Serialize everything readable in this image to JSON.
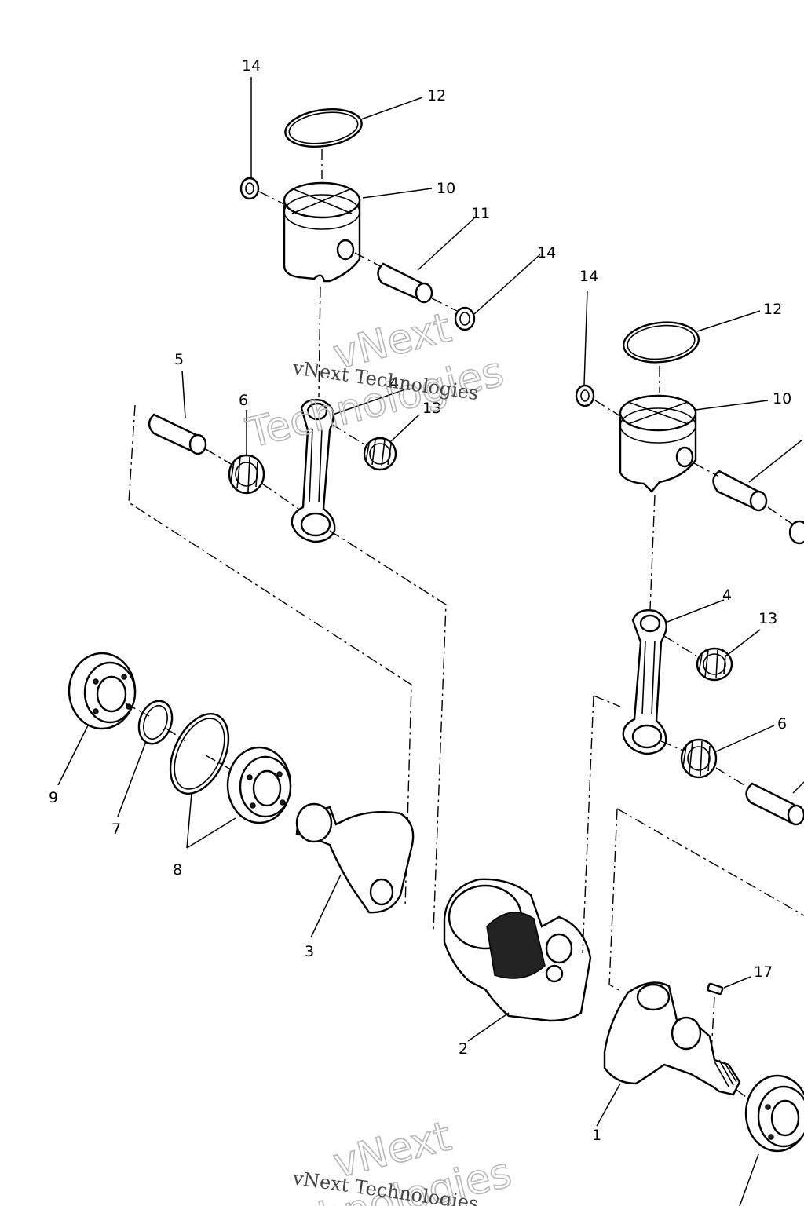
{
  "callouts": {
    "c1": "1",
    "c2": "2",
    "c3": "3",
    "c4": "4",
    "c5": "5",
    "c6": "6",
    "c6b": "6",
    "c7": "7",
    "c8": "8",
    "c9": "9",
    "c10": "10",
    "c10b": "10",
    "c11": "11",
    "c12": "12",
    "c12b": "12",
    "c13": "13",
    "c13b": "13",
    "c14": "14",
    "c14b": "14",
    "c14c": "14",
    "c17": "17"
  },
  "watermark": {
    "brand_big_1": "vNext",
    "brand_big_2": "Technologies",
    "brand_small": "vNext Technologies"
  }
}
